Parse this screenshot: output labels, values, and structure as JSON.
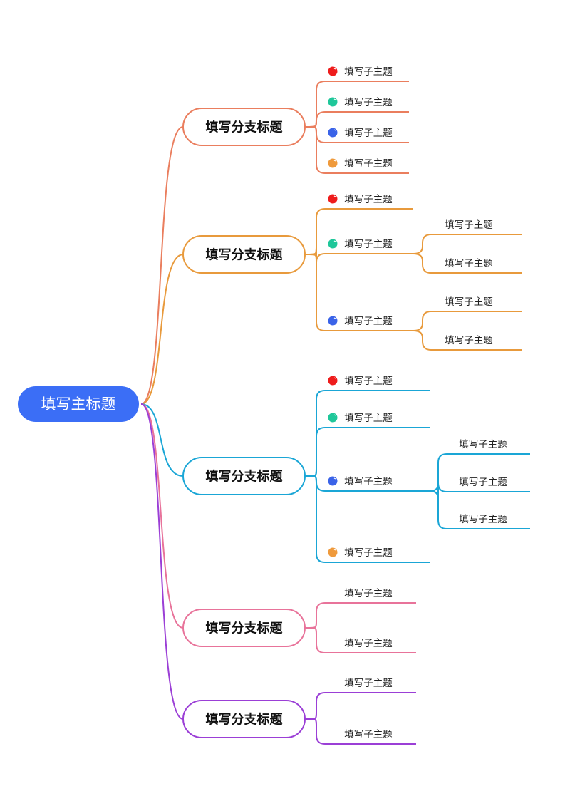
{
  "root": {
    "label": "填写主标题",
    "color": "#3b6ef6"
  },
  "palette": {
    "red": "#ee1c1c",
    "green": "#1fc79a",
    "blue": "#3a63e8",
    "orange": "#ef9a3c"
  },
  "branches": [
    {
      "label": "填写分支标题",
      "color": "#ea7e5e",
      "leaves": [
        {
          "label": "填写子主题",
          "dot": "red",
          "children": []
        },
        {
          "label": "填写子主题",
          "dot": "green",
          "children": []
        },
        {
          "label": "填写子主题",
          "dot": "blue",
          "children": []
        },
        {
          "label": "填写子主题",
          "dot": "orange",
          "children": []
        }
      ]
    },
    {
      "label": "填写分支标题",
      "color": "#e89a3c",
      "leaves": [
        {
          "label": "填写子主题",
          "dot": "red",
          "children": []
        },
        {
          "label": "填写子主题",
          "dot": "green",
          "children": [
            "填写子主题",
            "填写子主题"
          ]
        },
        {
          "label": "填写子主题",
          "dot": "blue",
          "children": [
            "填写子主题",
            "填写子主题"
          ]
        }
      ]
    },
    {
      "label": "填写分支标题",
      "color": "#1aa6d6",
      "leaves": [
        {
          "label": "填写子主题",
          "dot": "red",
          "children": []
        },
        {
          "label": "填写子主题",
          "dot": "green",
          "children": []
        },
        {
          "label": "填写子主题",
          "dot": "blue",
          "children": [
            "填写子主题",
            "填写子主题",
            "填写子主题"
          ]
        },
        {
          "label": "填写子主题",
          "dot": "orange",
          "children": []
        }
      ]
    },
    {
      "label": "填写分支标题",
      "color": "#e8739a",
      "leaves": [
        {
          "label": "填写子主题",
          "dot": null,
          "children": []
        },
        {
          "label": "填写子主题",
          "dot": null,
          "children": []
        }
      ]
    },
    {
      "label": "填写分支标题",
      "color": "#9b3fd6",
      "leaves": [
        {
          "label": "填写子主题",
          "dot": null,
          "children": []
        },
        {
          "label": "填写子主题",
          "dot": null,
          "children": []
        }
      ]
    }
  ]
}
